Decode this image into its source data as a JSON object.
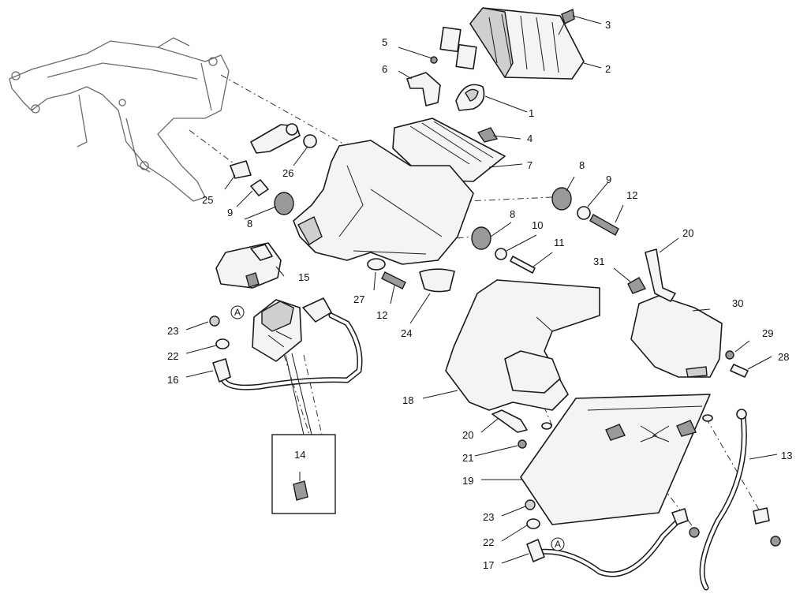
{
  "callouts": {
    "c1": "1",
    "c2": "2",
    "c3": "3",
    "c4": "4",
    "c5": "5",
    "c6": "6",
    "c7": "7",
    "c8a": "8",
    "c8b": "8",
    "c8c": "8",
    "c9a": "9",
    "c9b": "9",
    "c10": "10",
    "c11": "11",
    "c12a": "12",
    "c12b": "12",
    "c13": "13",
    "c14": "14",
    "c15": "15",
    "c16": "16",
    "c17": "17",
    "c18": "18",
    "c19": "19",
    "c20a": "20",
    "c20b": "20",
    "c21": "21",
    "c22a": "22",
    "c22b": "22",
    "c23a": "23",
    "c23b": "23",
    "c24": "24",
    "c25": "25",
    "c26": "26",
    "c27": "27",
    "c28": "28",
    "c29": "29",
    "c30": "30",
    "c31": "31"
  },
  "markers": {
    "a_left": "A",
    "a_right": "A"
  },
  "colors": {
    "ink": "#1a1a1a",
    "frame": "#6a6a6a",
    "background": "#ffffff"
  }
}
